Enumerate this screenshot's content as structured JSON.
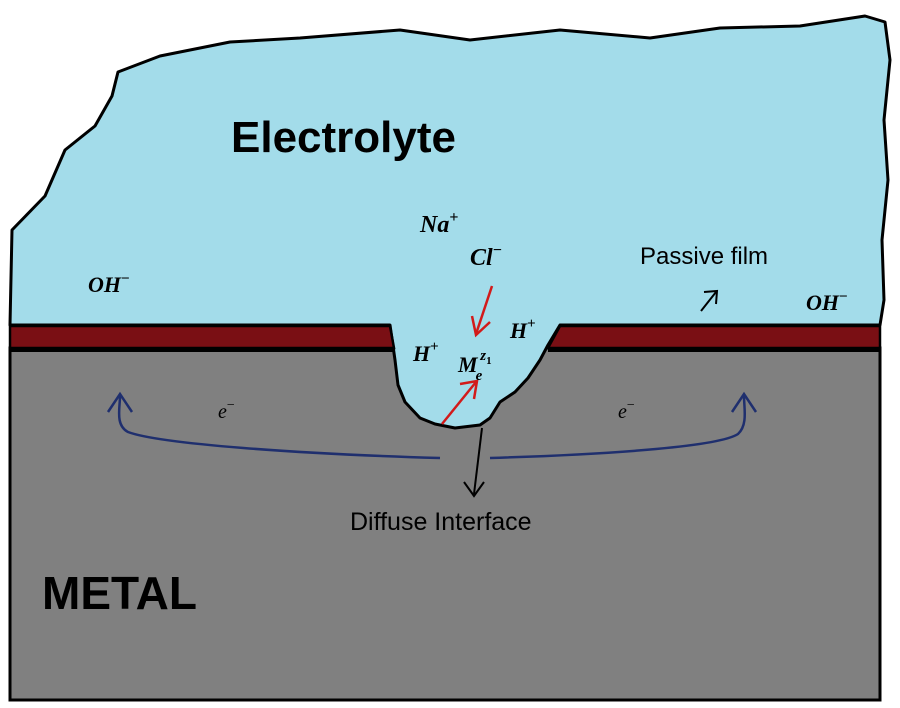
{
  "labels": {
    "electrolyte": "Electrolyte",
    "metal": "METAL",
    "passive_film": "Passive film",
    "diffuse_interface": "Diffuse Interface"
  },
  "species": {
    "na": "Na",
    "na_charge": "+",
    "cl": "Cl",
    "cl_charge": "−",
    "oh_left": "OH",
    "oh_left_charge": "−",
    "oh_right": "OH",
    "oh_right_charge": "−",
    "h_left": "H",
    "h_left_charge": "+",
    "h_right": "H",
    "h_right_charge": "+",
    "metal_ion": "M",
    "metal_ion_sub": "e",
    "metal_ion_sup": "z",
    "metal_ion_sup_sub": "1",
    "electron_left": "e",
    "electron_left_charge": "−",
    "electron_right": "e",
    "electron_right_charge": "−"
  },
  "colors": {
    "electrolyte": "#a3dcea",
    "metal": "#808080",
    "passive_film": "#7a0f14",
    "electron_arrow": "#1f2f6e",
    "ion_arrow": "#d21a1a",
    "outline": "#000000"
  }
}
